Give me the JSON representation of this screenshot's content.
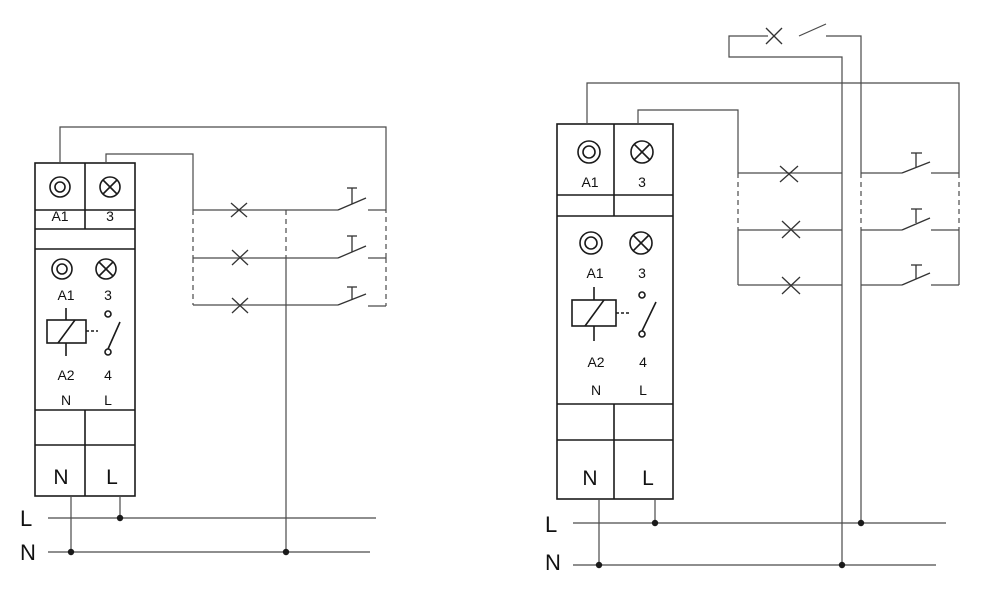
{
  "left": {
    "terminals": {
      "top_a1": "A1",
      "top_3": "3",
      "a1": "A1",
      "t3": "3",
      "a2": "A2",
      "t4": "4",
      "n": "N",
      "l": "L",
      "n_big": "N",
      "l_big": "L"
    },
    "rails": {
      "l": "L",
      "n": "N"
    }
  },
  "right": {
    "terminals": {
      "top_a1": "A1",
      "top_3": "3",
      "a1": "A1",
      "t3": "3",
      "a2": "A2",
      "t4": "4",
      "n": "N",
      "l": "L",
      "n_big": "N",
      "l_big": "L"
    },
    "rails": {
      "l": "L",
      "n": "N"
    }
  },
  "icons": {
    "terminal_screw": "terminal-screw-icon",
    "lamp": "lamp-icon",
    "pushbutton": "pushbutton-icon",
    "relay_coil": "relay-coil-icon"
  },
  "colors": {
    "line": "#4a4a4a",
    "outline": "#1a1a1a",
    "background": "#ffffff"
  }
}
